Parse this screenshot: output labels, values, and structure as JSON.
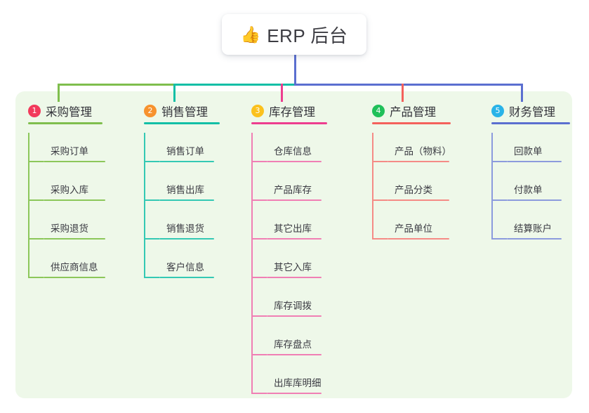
{
  "root": {
    "emoji": "👍",
    "emoji_name": "thumbs-up-emoji",
    "title": "ERP 后台"
  },
  "colors": {
    "panel_bg": "#eef8e9",
    "card_bg": "#ffffff",
    "text": "#33333a",
    "branch_1": "#7fbe4d",
    "branch_2": "#13bfa6",
    "branch_3": "#ed3e8f",
    "branch_4": "#f4615c",
    "branch_5": "#5b6fd0",
    "badge_1": "#f23a5b",
    "badge_2": "#f7922e",
    "badge_3": "#fbc11d",
    "badge_4": "#20c05a",
    "badge_5": "#29b3e8",
    "rule_1": "#8cc75a",
    "rule_2": "#34c9b4",
    "rule_3": "#f07fb4",
    "rule_4": "#f58b86",
    "rule_5": "#8c9bdd"
  },
  "columns": [
    {
      "index": "1",
      "title": "采购管理",
      "badge_color": "#f23a5b",
      "branch_color": "#7fbe4d",
      "rule_color": "#8cc75a",
      "items": [
        "采购订单",
        "采购入库",
        "采购退货",
        "供应商信息"
      ]
    },
    {
      "index": "2",
      "title": "销售管理",
      "badge_color": "#f7922e",
      "branch_color": "#13bfa6",
      "rule_color": "#34c9b4",
      "items": [
        "销售订单",
        "销售出库",
        "销售退货",
        "客户信息"
      ]
    },
    {
      "index": "3",
      "title": "库存管理",
      "badge_color": "#fbc11d",
      "branch_color": "#ed3e8f",
      "rule_color": "#f07fb4",
      "items": [
        "仓库信息",
        "产品库存",
        "其它出库",
        "其它入库",
        "库存调拨",
        "库存盘点",
        "出库库明细"
      ]
    },
    {
      "index": "4",
      "title": "产品管理",
      "badge_color": "#20c05a",
      "branch_color": "#f4615c",
      "rule_color": "#f58b86",
      "items": [
        "产品（物料）",
        "产品分类",
        "产品单位"
      ]
    },
    {
      "index": "5",
      "title": "财务管理",
      "badge_color": "#29b3e8",
      "branch_color": "#5b6fd0",
      "rule_color": "#8c9bdd",
      "items": [
        "回款单",
        "付款单",
        "结算账户"
      ]
    }
  ]
}
